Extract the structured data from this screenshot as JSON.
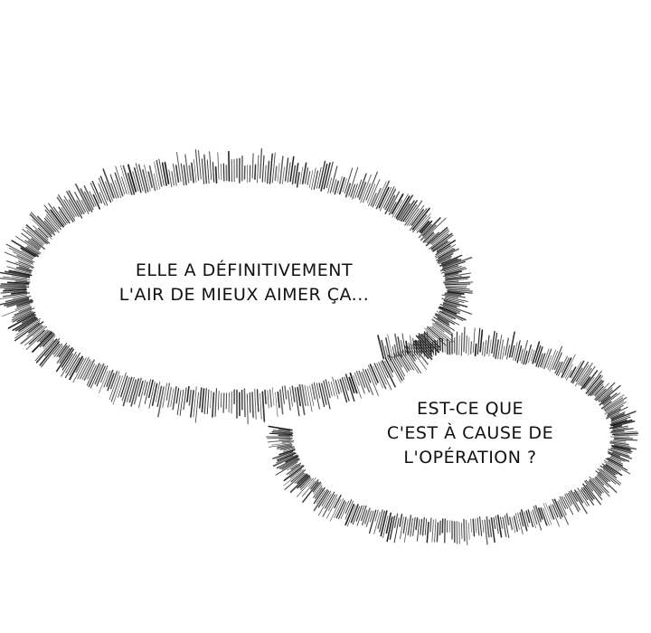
{
  "bubbles": [
    {
      "lines": [
        "ELLE A DÉFINITIVEMENT",
        "L'AIR DE MIEUX AIMER ÇA..."
      ]
    },
    {
      "lines": [
        "EST-CE QUE",
        "C'EST À CAUSE DE",
        "L'OPÉRATION ?"
      ]
    }
  ],
  "colors": {
    "background": "#ffffff",
    "ink": "#111111",
    "hatching": "#1a1a1a"
  }
}
